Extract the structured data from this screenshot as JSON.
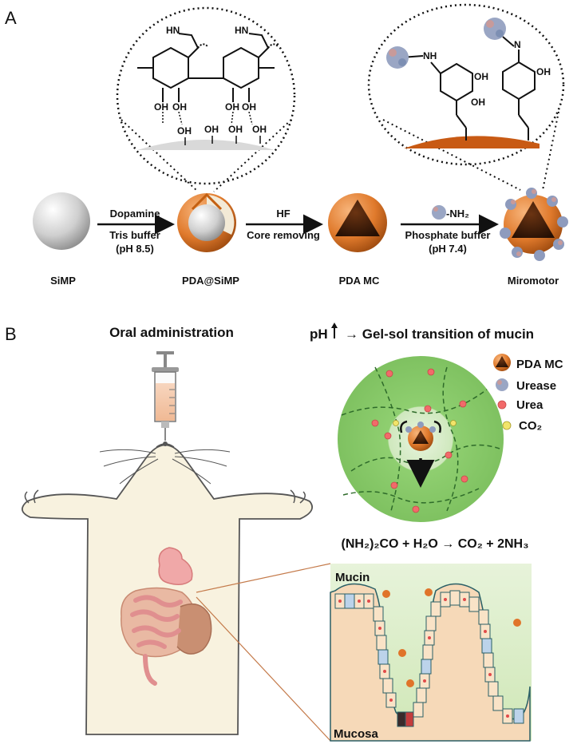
{
  "panel_a": {
    "letter": "A",
    "stages": [
      "SiMP",
      "PDA@SiMP",
      "PDA MC",
      "Miromotor"
    ],
    "steps": [
      {
        "top": "Dopamine",
        "bottom": "Tris buffer",
        "bottom2": "(pH 8.5)"
      },
      {
        "top": "HF",
        "bottom": "Core removing",
        "bottom2": ""
      },
      {
        "top": "-NH₂",
        "bottom": "Phosphate buffer",
        "bottom2": "(pH 7.4)"
      }
    ],
    "chem_left": {
      "hn_a": "HN",
      "hn_b": "HN",
      "oh": "OH"
    },
    "chem_right": {
      "nh": "NH",
      "n": "N",
      "oh": "OH"
    }
  },
  "panel_b": {
    "letter": "B",
    "title_left": "Oral administration",
    "title_right_prefix": "pH",
    "title_right_suffix": "→  Gel-sol transition of mucin",
    "legend": [
      "PDA MC",
      "Urease",
      "Urea",
      "CO₂"
    ],
    "equation": "(NH₂)₂CO + H₂O → CO₂ + 2NH₃",
    "mucin_label": "Mucin",
    "mucosa_label": "Mucosa"
  },
  "colors": {
    "pda_orange": "#e07a2c",
    "pda_dark": "#3a1a08",
    "mucin_green": "#7fc06a",
    "urea_red": "#f06a6a",
    "co2_yellow": "#f2e46a",
    "skin": "#f8f2df"
  }
}
